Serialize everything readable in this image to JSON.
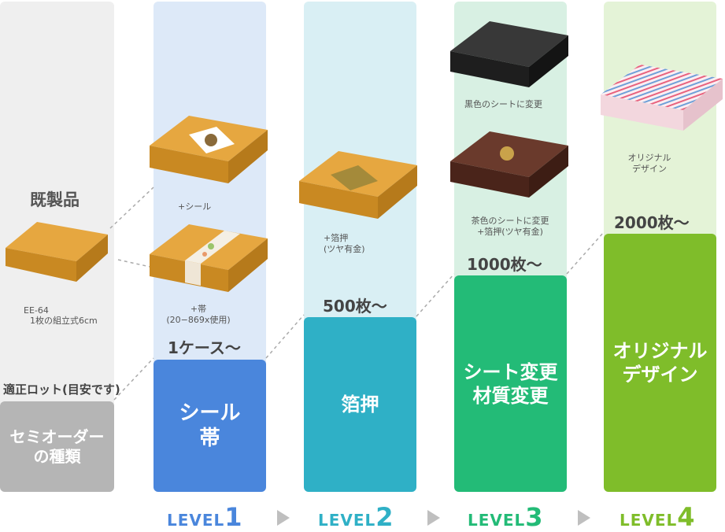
{
  "colors": {
    "base_bg": "#efefef",
    "level1_bg": "#dde9f8",
    "level1_block": "#4a86dc",
    "level1_label": "#4a86dc",
    "level2_bg": "#d9eff4",
    "level2_block": "#2fb0c6",
    "level2_label": "#2fb0c6",
    "level3_bg": "#d8f0e3",
    "level3_block": "#23bb77",
    "level3_label": "#23bb77",
    "level4_bg": "#e4f3d7",
    "level4_block": "#7fbd2a",
    "level4_label": "#7fbd2a",
    "base_block": "#b5b5b5",
    "kraft": "#dd9a2c",
    "black_box": "#2a2a2a",
    "brown_box": "#5a2e22"
  },
  "base": {
    "title": "既製品",
    "product_code": "EE-64",
    "product_desc": "1枚の組立式6cm",
    "lot_heading": "適正ロット(目安です)",
    "block_label": "セミオーダー\nの種類"
  },
  "levels": [
    {
      "level_text": "LEVEL",
      "level_num": "1",
      "lot": "1ケース〜",
      "block_label": "シール\n帯",
      "captions": [
        "+シール",
        "+帯\n(20−869x使用)"
      ]
    },
    {
      "level_text": "LEVEL",
      "level_num": "2",
      "lot": "500枚〜",
      "block_label": "箔押",
      "captions": [
        "+箔押\n(ツヤ有金)"
      ]
    },
    {
      "level_text": "LEVEL",
      "level_num": "3",
      "lot": "1000枚〜",
      "block_label": "シート変更\n材質変更",
      "captions": [
        "黒色のシートに変更",
        "茶色のシートに変更\n+箔押(ツヤ有金)"
      ]
    },
    {
      "level_text": "LEVEL",
      "level_num": "4",
      "lot": "2000枚〜",
      "block_label": "オリジナル\nデザイン",
      "captions": [
        "オリジナル\nデザイン"
      ]
    }
  ]
}
